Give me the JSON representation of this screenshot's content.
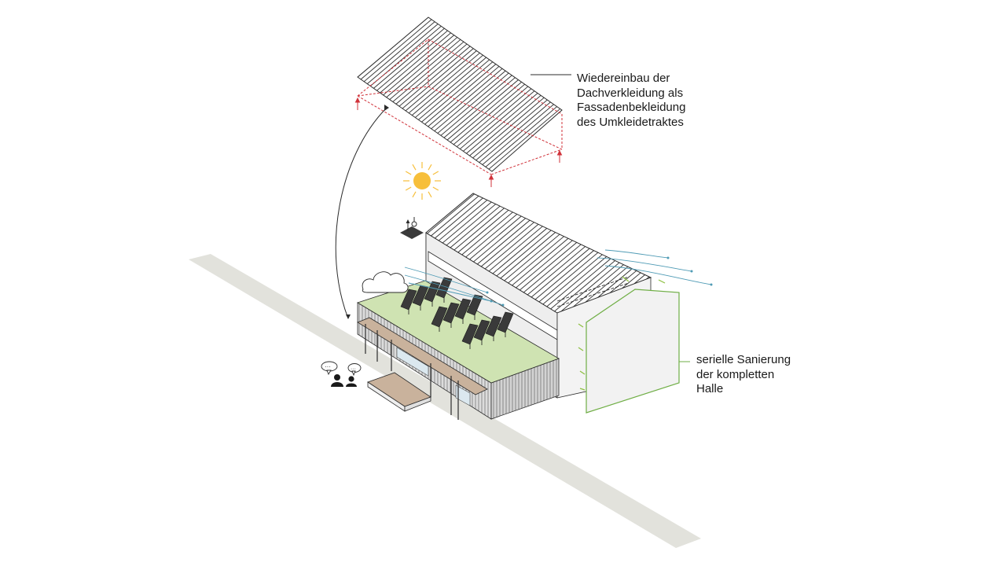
{
  "annotations": {
    "roof_reuse": {
      "lines": [
        "Wiedereinbau der",
        "Dachverkleidung als",
        "Fassadenbekleidung",
        "des Umkleidetraktes"
      ]
    },
    "serial_renovation": {
      "lines": [
        "serielle Sanierung",
        "der kompletten",
        "Halle"
      ]
    }
  },
  "icons": [
    "sun-icon",
    "cloud-icon",
    "heat-pump-icon",
    "people-talking-icon",
    "solar-panel-icon",
    "wind-flow-icon"
  ],
  "colors": {
    "roof_line": "#2b2b2b",
    "removed_outline": "#d0323a",
    "green_roof": "#cfe3b2",
    "green_outline": "#6fae45",
    "sun": "#f7bf3b",
    "wind": "#4f9bb5",
    "terrace": "#c9b29c",
    "path": "#e2e2dc",
    "solar": "#3a3a3a"
  }
}
